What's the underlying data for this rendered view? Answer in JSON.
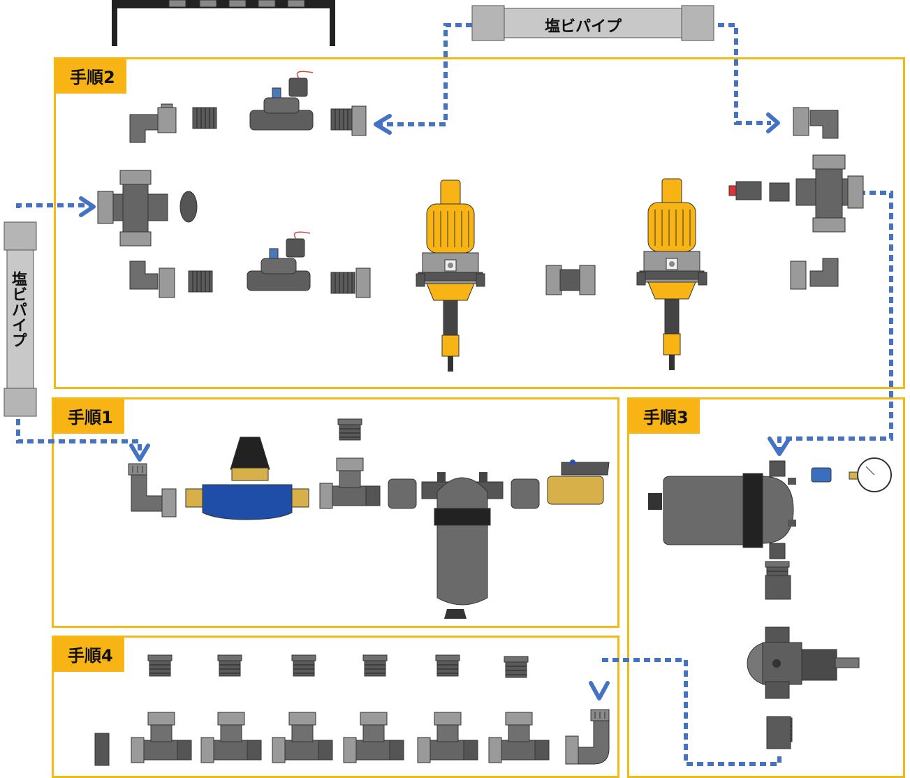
{
  "steps": [
    {
      "label": "手順1"
    },
    {
      "label": "手順2"
    },
    {
      "label": "手順3"
    },
    {
      "label": "手順4"
    }
  ],
  "pipes": {
    "top_label": "塩ビパイプ",
    "left_label": "塩ビパイプ"
  },
  "colors": {
    "panel_border": "#f5b914",
    "tag_fill": "#f7b414",
    "connector_line": "#4472c4",
    "part_gray": "#6b6b6b",
    "injector_yellow": "#f7b414",
    "meter_blue": "#1f4ea8",
    "brass": "#d8b04a"
  }
}
